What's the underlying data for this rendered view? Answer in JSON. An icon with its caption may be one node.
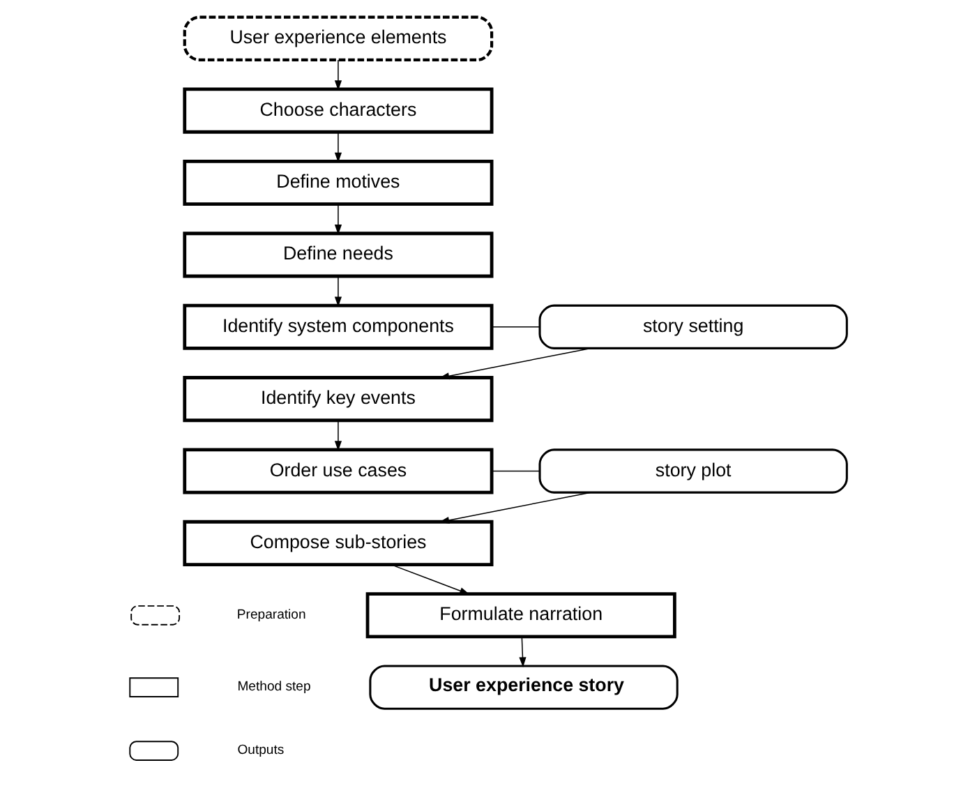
{
  "diagram": {
    "nodes": [
      {
        "text": [
          "User experience elements"
        ]
      },
      {
        "text": [
          "Choose characters"
        ]
      },
      {
        "text": [
          "Define motives"
        ]
      },
      {
        "text": [
          "Define needs"
        ]
      },
      {
        "text": [
          "Identify system components"
        ]
      },
      {
        "text": [
          "story setting"
        ]
      },
      {
        "text": [
          "Identify key events"
        ]
      },
      {
        "text": [
          "Order use cases"
        ]
      },
      {
        "text": [
          "story plot"
        ]
      },
      {
        "text": [
          "Compose sub-stories"
        ]
      },
      {
        "text": [
          "Formulate narration"
        ]
      },
      {
        "text": [
          "User experience story"
        ]
      }
    ],
    "edges": [
      {
        "from": 0,
        "to": 1,
        "arrow": "to"
      },
      {
        "from": 1,
        "to": 2,
        "arrow": "to"
      },
      {
        "from": 2,
        "to": 3,
        "arrow": "to"
      },
      {
        "from": 3,
        "to": 4,
        "arrow": "to"
      },
      {
        "from": 4,
        "to": 5,
        "arrow": "none"
      },
      {
        "from": 5,
        "to": 6,
        "arrow": "to"
      },
      {
        "from": 6,
        "to": 7,
        "arrow": "to"
      },
      {
        "from": 7,
        "to": 8,
        "arrow": "none"
      },
      {
        "from": 8,
        "to": 9,
        "arrow": "to"
      },
      {
        "from": 9,
        "to": 10,
        "arrow": "to"
      },
      {
        "from": 10,
        "to": 11,
        "arrow": "to"
      }
    ],
    "legend": [
      {
        "text": "Preparation"
      },
      {
        "text": "Method step"
      },
      {
        "text": "Outputs"
      }
    ]
  }
}
